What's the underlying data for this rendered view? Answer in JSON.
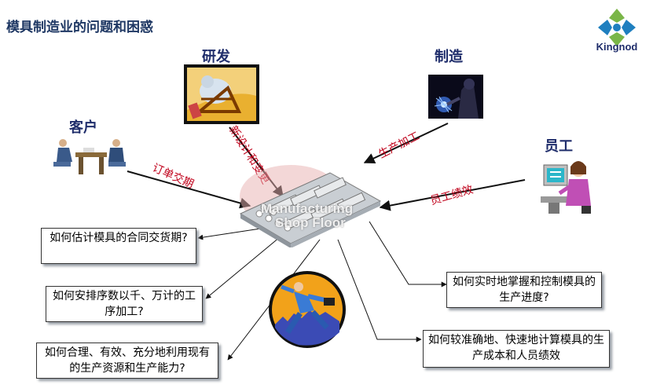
{
  "title": "模具制造业的问题和困惑",
  "logo": {
    "brand": "Kingnod",
    "icon": "kingnod-logo-icon"
  },
  "roles": {
    "research": "研发",
    "manufacturing": "制造",
    "customer": "客户",
    "employee": "员工"
  },
  "flows": {
    "customer": "订单交期",
    "research": "新设计和变更",
    "manufacturing": "生产加工",
    "employee": "员工绩效"
  },
  "shop_floor": {
    "line1": "Manufacturing",
    "line2": "Shop Floor"
  },
  "questions": {
    "q1": "如何估计模具的合同交货期?",
    "q2": "如何安排序数以千、万计的工序加工?",
    "q3": "如何合理、有效、充分地利用现有的生产资源和生产能力?",
    "q4": "如何实时地掌握和控制模具的生产进度?",
    "q5": "如何较准确地、快速地计算模具的生产成本和人员绩效"
  },
  "colors": {
    "title": "#1f3864",
    "role": "#1f2d6b",
    "flow_label": "#c0001a",
    "logo_green": "#7ab648",
    "logo_blue": "#1f7fbf"
  }
}
